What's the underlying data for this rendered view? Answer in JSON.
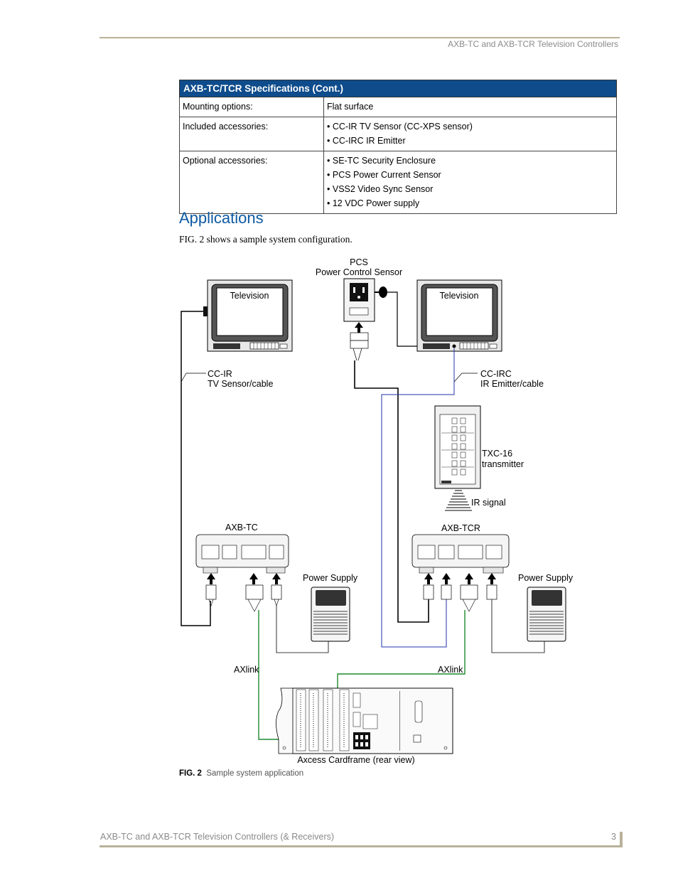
{
  "header": {
    "title": "AXB-TC and AXB-TCR Television Controllers"
  },
  "table": {
    "title": "AXB-TC/TCR Specifications (Cont.)",
    "rows": [
      {
        "label": "Mounting options:",
        "values": [
          "Flat surface"
        ]
      },
      {
        "label": "Included accessories:",
        "values": [
          "CC-IR TV Sensor (CC-XPS sensor)",
          "CC-IRC IR Emitter"
        ]
      },
      {
        "label": "Optional accessories:",
        "values": [
          "SE-TC Security Enclosure",
          "PCS Power Current Sensor",
          "VSS2 Video Sync Sensor",
          "12 VDC Power supply"
        ]
      }
    ]
  },
  "section": {
    "heading": "Applications",
    "intro": "FIG. 2 shows a sample system configuration."
  },
  "diagram": {
    "tv_left": "Television",
    "tv_right": "Television",
    "pcs_line1": "PCS",
    "pcs_line2": "Power Control Sensor",
    "ccir_line1": "CC-IR",
    "ccir_line2": "TV Sensor/cable",
    "ccirc_line1": "CC-IRC",
    "ccirc_line2": "IR Emitter/cable",
    "txc_line1": "TXC-16",
    "txc_line2": "transmitter",
    "ir_signal": "IR signal",
    "axb_tc": "AXB-TC",
    "axb_tcr": "AXB-TCR",
    "power_supply_left": "Power Supply",
    "power_supply_right": "Power Supply",
    "axlink_left": "AXlink",
    "axlink_right": "AXlink",
    "cardframe": "Axcess Cardframe (rear view)",
    "colors": {
      "axlink_wire": "#1e8a2e",
      "emitter_wire": "#2233aa",
      "sensor_wire": "#000000"
    }
  },
  "figure": {
    "label": "FIG. 2",
    "caption": "Sample system application"
  },
  "footer": {
    "title": "AXB-TC and AXB-TCR Television Controllers (& Receivers)",
    "page": "3"
  }
}
